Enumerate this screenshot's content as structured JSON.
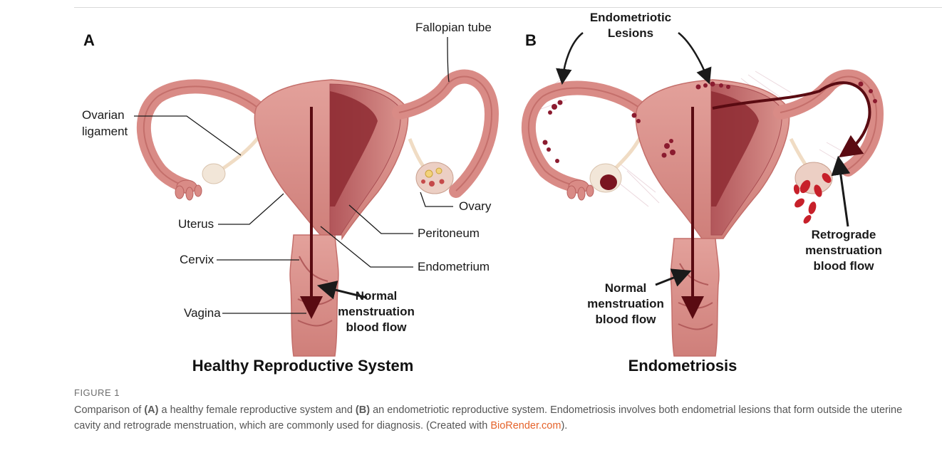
{
  "panels": {
    "a": {
      "letter": "A",
      "title": "Healthy Reproductive System",
      "labels": {
        "fallopian_tube": "Fallopian tube",
        "ovarian_ligament_1": "Ovarian",
        "ovarian_ligament_2": "ligament",
        "ovary": "Ovary",
        "uterus": "Uterus",
        "peritoneum": "Peritoneum",
        "cervix": "Cervix",
        "endometrium": "Endometrium",
        "vagina": "Vagina",
        "flow_1": "Normal",
        "flow_2": "menstruation",
        "flow_3": "blood flow"
      }
    },
    "b": {
      "letter": "B",
      "title": "Endometriosis",
      "labels": {
        "lesions_1": "Endometriotic",
        "lesions_2": "Lesions",
        "retro_1": "Retrograde",
        "retro_2": "menstruation",
        "retro_3": "blood flow",
        "flow_1": "Normal",
        "flow_2": "menstruation",
        "flow_3": "blood flow"
      }
    }
  },
  "caption": {
    "heading": "FIGURE 1",
    "t1": "Comparison of ",
    "b1": "(A)",
    "t2": " a healthy female reproductive system and ",
    "b2": "(B)",
    "t3": " an endometriotic reproductive system. Endometriosis involves both endometrial lesions that form outside the uterine cavity and retrograde menstruation, which are commonly used for diagnosis. (Created with ",
    "link": "BioRender.com",
    "t4": ")."
  },
  "colors": {
    "tissue": "#d98b86",
    "tissue_dark": "#b9615f",
    "lining": "#8e2b33",
    "flow_arrow": "#5a0b12",
    "ligament": "#f0dcc4",
    "lesion": "#8b1b2f",
    "link": "#e5632b"
  }
}
